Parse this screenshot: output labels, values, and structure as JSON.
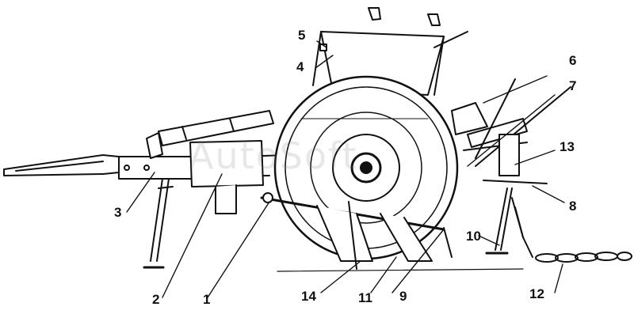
{
  "figure": {
    "watermark": "AutoSoft",
    "labels": [
      {
        "id": "1",
        "text": "1"
      },
      {
        "id": "2",
        "text": "2"
      },
      {
        "id": "3",
        "text": "3"
      },
      {
        "id": "4",
        "text": "4"
      },
      {
        "id": "5",
        "text": "5"
      },
      {
        "id": "6",
        "text": "6"
      },
      {
        "id": "7",
        "text": "7"
      },
      {
        "id": "8",
        "text": "8"
      },
      {
        "id": "9",
        "text": "9"
      },
      {
        "id": "10",
        "text": "10"
      },
      {
        "id": "11",
        "text": "11"
      },
      {
        "id": "12",
        "text": "12"
      },
      {
        "id": "13",
        "text": "13"
      },
      {
        "id": "14",
        "text": "14"
      }
    ]
  }
}
